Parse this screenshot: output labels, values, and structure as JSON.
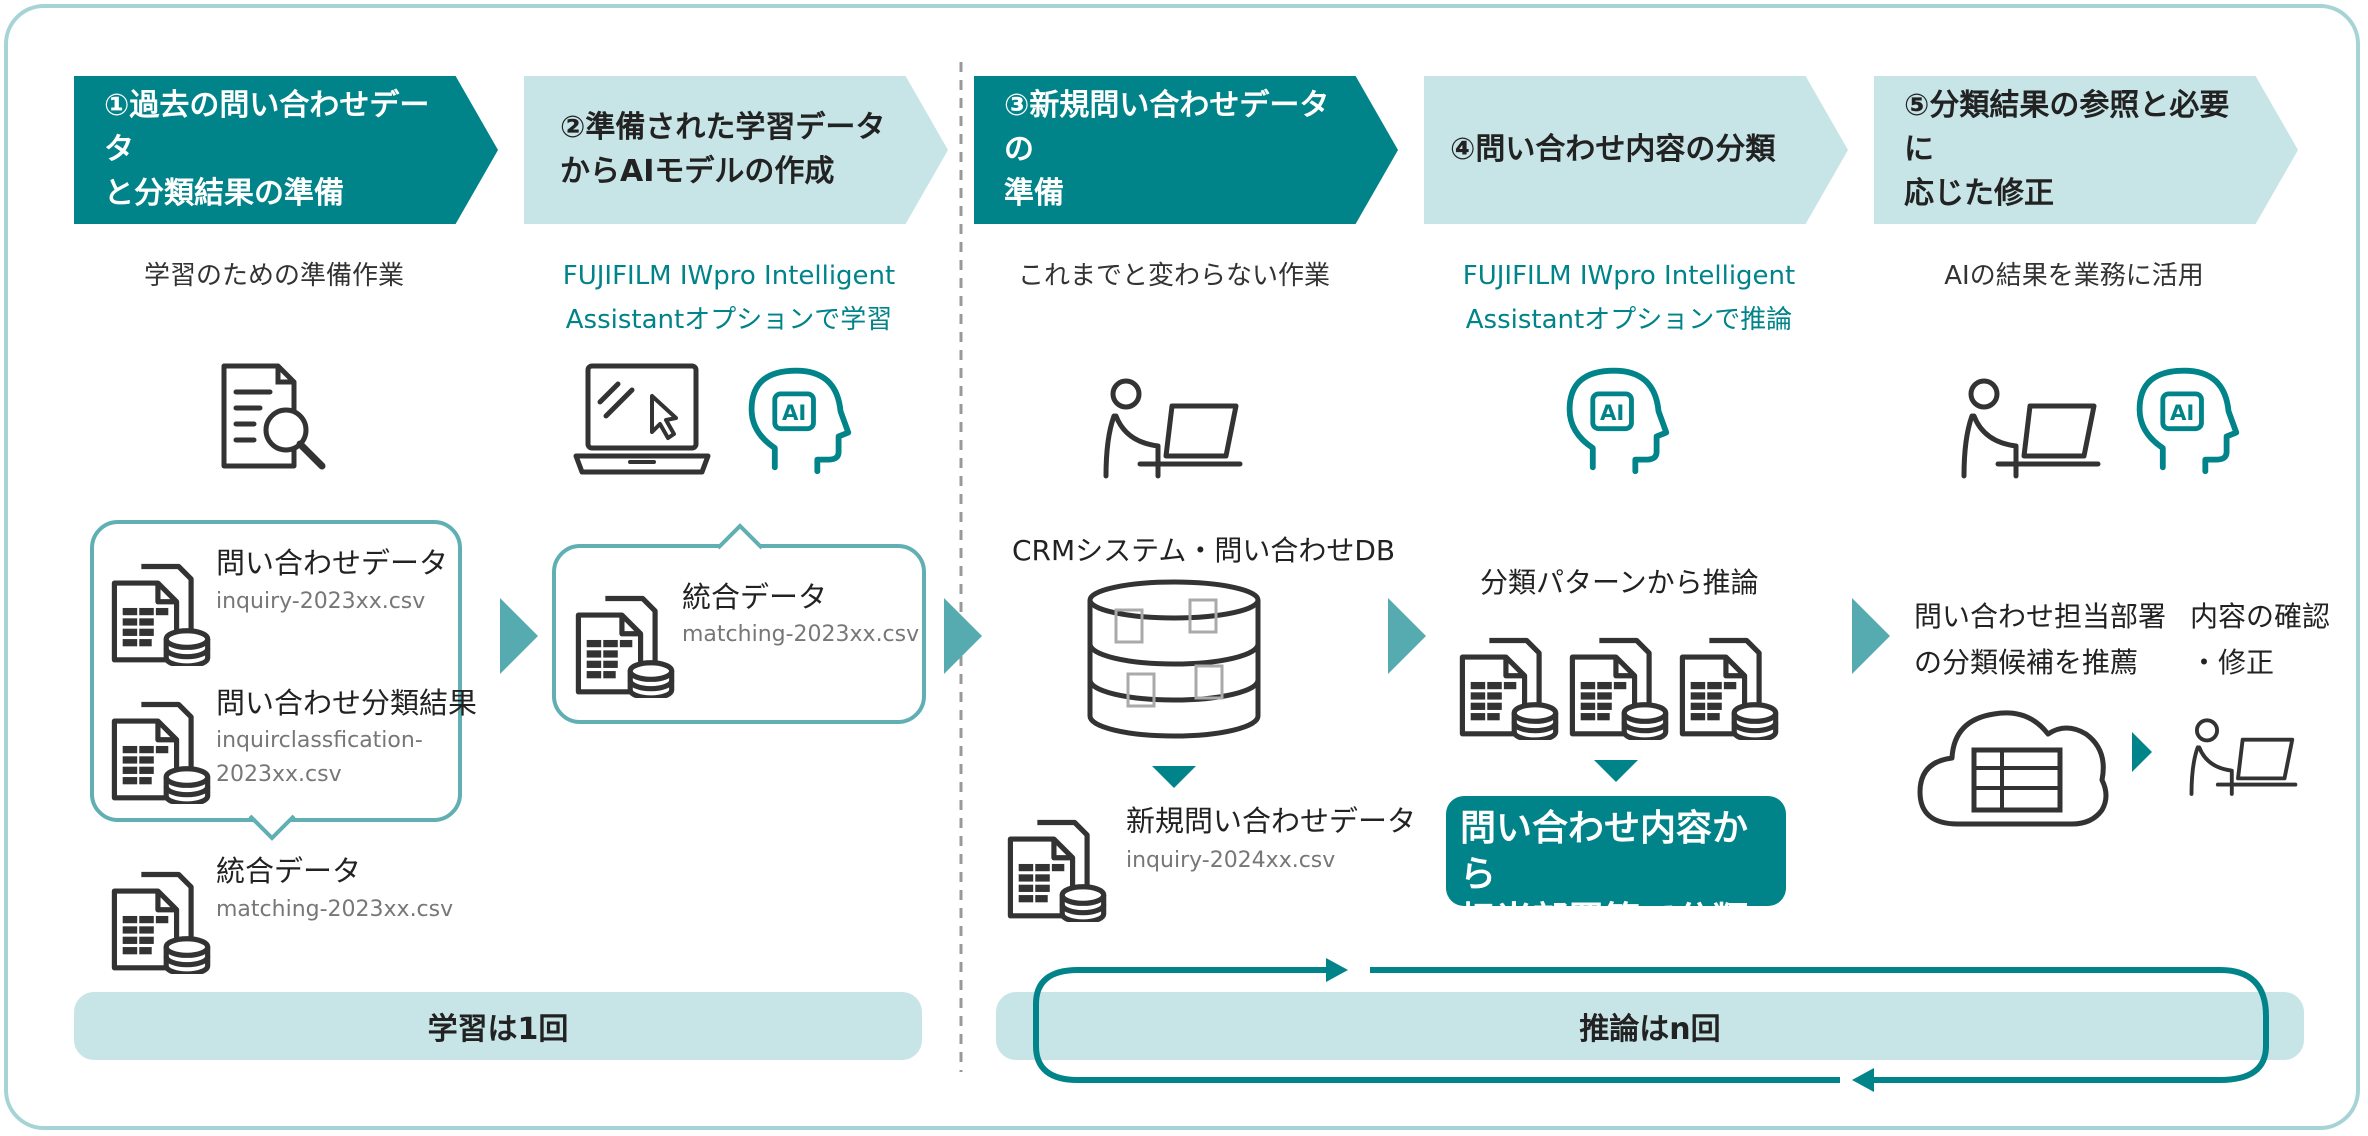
{
  "steps": [
    {
      "label": "①過去の問い合わせデータ\nと分類結果の準備",
      "subtitle": "学習のための準備作業"
    },
    {
      "label": "②準備された学習データ\nからAIモデルの作成",
      "subtitle": "FUJIFILM IWpro Intelligent\nAssistantオプションで学習"
    },
    {
      "label": "③新規問い合わせデータの\n準備",
      "subtitle": "これまでと変わらない作業"
    },
    {
      "label": "④問い合わせ内容の分類",
      "subtitle": "FUJIFILM IWpro Intelligent\nAssistantオプションで推論"
    },
    {
      "label": "⑤分類結果の参照と必要に\n応じた修正",
      "subtitle": "AIの結果を業務に活用"
    }
  ],
  "col1": {
    "doc1": {
      "title": "問い合わせデータ",
      "file": "inquiry-2023xx.csv"
    },
    "doc2": {
      "title": "問い合わせ分類結果",
      "file": "inquirclassfication-\n2023xx.csv"
    },
    "doc3": {
      "title": "統合データ",
      "file": "matching-2023xx.csv"
    }
  },
  "col2": {
    "doc": {
      "title": "統合データ",
      "file": "matching-2023xx.csv"
    }
  },
  "col3": {
    "db_label": "CRMシステム・問い合わせDB",
    "doc": {
      "title": "新規問い合わせデータ",
      "file": "inquiry-2024xx.csv"
    }
  },
  "col4": {
    "label": "分類パターンから推論",
    "result": "問い合わせ内容から\n担当部署等で分類"
  },
  "col5": {
    "recommend": "問い合わせ担当部署\nの分類候補を推薦",
    "confirm": "内容の確認\n・修正"
  },
  "bars": {
    "learn": "学習は1回",
    "infer": "推論はn回"
  },
  "ai_badge": "AI",
  "colors": {
    "teal": "#008389",
    "light": "#C7E4E7",
    "border": "#A6D4D6",
    "arrow": "#56ABB0"
  }
}
